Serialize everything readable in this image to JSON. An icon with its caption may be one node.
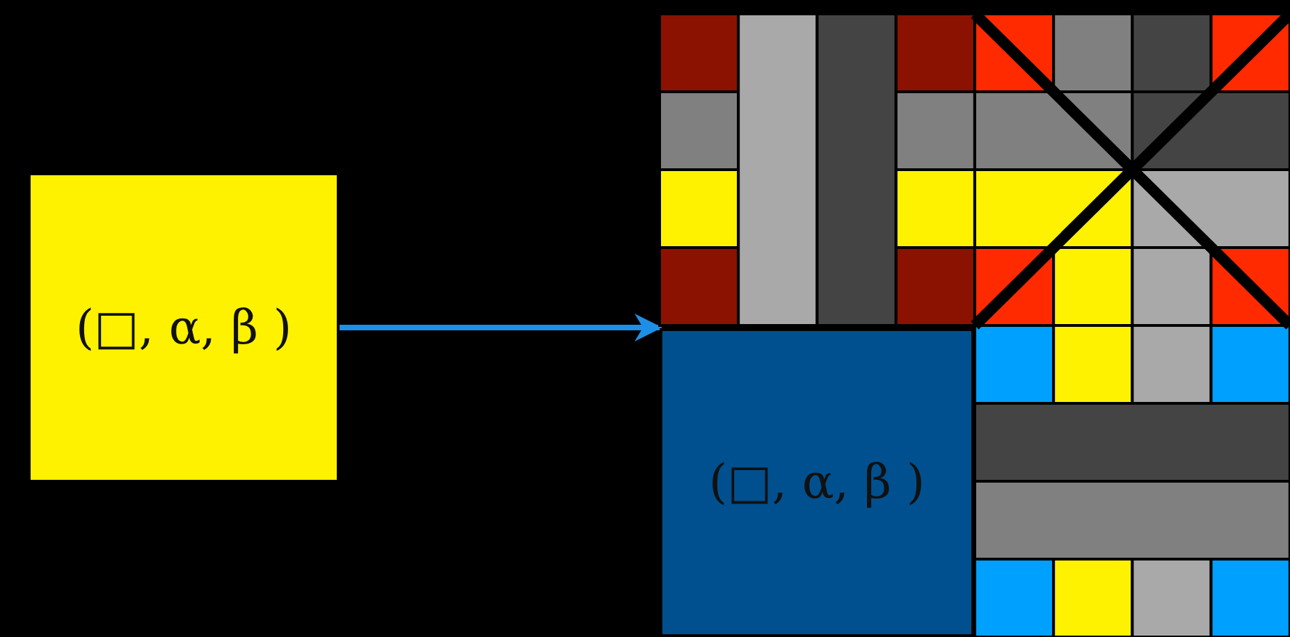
{
  "diagram": {
    "nodes": [
      {
        "text": [
          "(□, α, β )"
        ]
      },
      {
        "text": [],
        "shape": "picture"
      },
      {
        "text": [
          "(□, α, β )"
        ],
        "in": 1
      }
    ],
    "edges": [
      {
        "from": 0,
        "to": 1,
        "arrow": "to"
      }
    ]
  }
}
